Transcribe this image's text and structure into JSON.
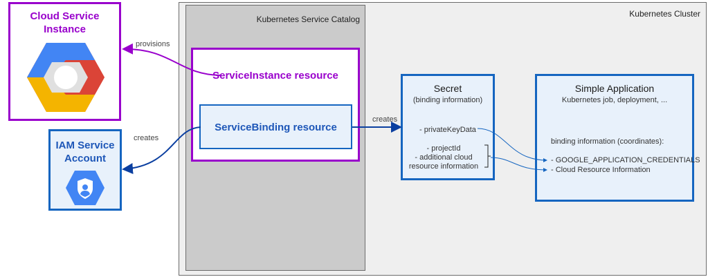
{
  "cluster": {
    "label": "Kubernetes Cluster"
  },
  "catalog": {
    "label": "Kubernetes Service Catalog"
  },
  "cloud_instance": {
    "title_line1": "Cloud Service",
    "title_line2": "Instance",
    "icon": "gcp-logo-icon"
  },
  "iam": {
    "title_line1": "IAM Service",
    "title_line2": "Account",
    "icon": "iam-shield-icon"
  },
  "service_instance": {
    "label": "ServiceInstance resource"
  },
  "service_binding": {
    "label": "ServiceBinding resource"
  },
  "secret": {
    "title": "Secret",
    "subtitle": "(binding information)",
    "private_key": "- privateKeyData",
    "project_id": "- projectId",
    "additional_1": "- additional cloud",
    "additional_2": "resource information"
  },
  "app": {
    "title": "Simple Application",
    "subtitle": "Kubernetes job, deployment, ...",
    "binding_info": "binding information (coordinates):",
    "item1": "- GOOGLE_APPLICATION_CREDENTIALS",
    "item2": "- Cloud Resource Information"
  },
  "arrows": {
    "provisions": "provisions",
    "creates_iam": "creates",
    "creates_secret": "creates"
  },
  "colors": {
    "purple": "#9900cc",
    "blue": "#1565c0",
    "gcp_blue": "#4285f4",
    "gcp_red": "#db4437",
    "gcp_yellow": "#f4b400"
  }
}
